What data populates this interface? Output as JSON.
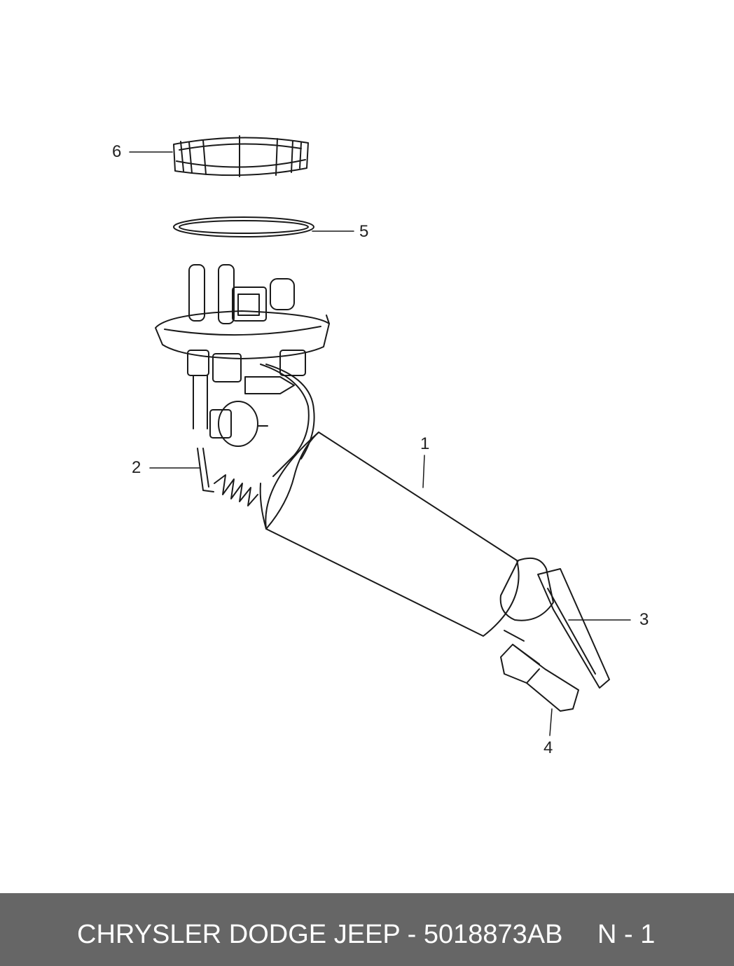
{
  "callouts": [
    {
      "id": "1",
      "label": "1"
    },
    {
      "id": "2",
      "label": "2"
    },
    {
      "id": "3",
      "label": "3"
    },
    {
      "id": "4",
      "label": "4"
    },
    {
      "id": "5",
      "label": "5"
    },
    {
      "id": "6",
      "label": "6"
    }
  ],
  "footer": {
    "title": "CHRYSLER DODGE JEEP - 5018873AB",
    "page": "N - 1"
  },
  "colors": {
    "line": "#1a1a1a",
    "footer_bg": "#666666",
    "footer_text": "#ffffff"
  }
}
